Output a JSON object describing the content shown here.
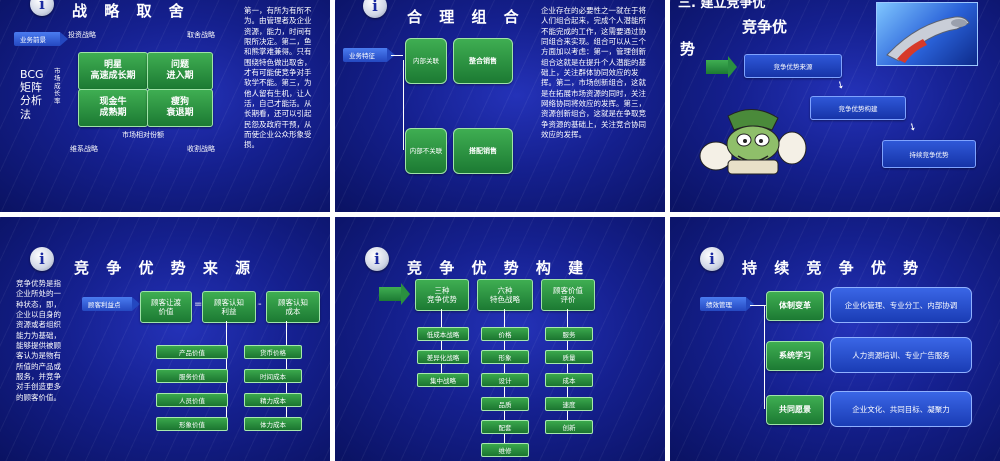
{
  "slide1": {
    "title": "战 略 取 舍",
    "tag": "业务前景",
    "invest": "投资战略",
    "abandon": "取舍战略",
    "bcg": "BCG\n矩阵\n分析\n法",
    "growth_axis": "市\n场\n成\n长\n率",
    "share_axis": "市场相对份额",
    "maintain": "维系战略",
    "harvest": "收割战略",
    "cells": [
      "明星\n高速成长期",
      "问题\n进入期",
      "现金牛\n成熟期",
      "瘦狗\n衰退期"
    ],
    "paragraph": "第一，有所为有所不为。由管理者及企业资源，能力，时间有限所决定。第二，鱼和熊掌难兼得。只有围绕特色做出取舍，才有可能使竞争对手软学不能。第三，为他人留有生机，让人活，自己才能活。从长期看，还可以引起民怨及政府干预，从而使企业公众形象受损。"
  },
  "slide2": {
    "title": "合 理 组 合",
    "tag": "业务特征",
    "box_internal": "内部关联",
    "box_integrate": "整合销售",
    "box_no_relation": "内部不关联",
    "box_bundle": "搭配销售",
    "paragraph": "企业存在的必要性之一就在于将人们组合起来，完成个人潜能所不能完成的工作，这需要通过协同组合来实现。组合可以从三个方面加以考虑：第一，管理创新组合这就是在提升个人潜能的基础上，关注群体协同效应的发挥。第二，市场创新组合，这就是在拓展市场资源的同时，关注网络协同将效应的发挥。第三，资源创新组合，这就是在争取竞争资源的基础上，关注竞合协同效应的发挥。"
  },
  "slide3": {
    "title_top": "三. 建立竞争优",
    "title_mid": "竞争优",
    "title_left": "势",
    "step1": "竞争优势来源",
    "step2": "竞争优势构建",
    "step3": "持续竞争优势"
  },
  "slide4": {
    "title": "竞 争 优 势 来 源",
    "paragraph": "竞争优势是指企业所处的一种状态，即，企业以自身的资源或者组织能力为基础，能够提供被顾客认为是物有所值的产品或服务，并竞争对手创造更多的顾客价值。",
    "tag": "顾客利益点",
    "box_value": "顾客让渡\n价值",
    "eq": "=",
    "box_benefit": "顾客认知\n利益",
    "minus": "-",
    "box_cost": "顾客认知\n成本",
    "benefits": [
      "产品价值",
      "服务价值",
      "人员价值",
      "形象价值"
    ],
    "costs": [
      "货币价格",
      "时间成本",
      "精力成本",
      "体力成本"
    ]
  },
  "slide5": {
    "title": "竞 争 优 势 构 建",
    "col1_head": "三种\n竞争优势",
    "col2_head": "六种\n特色战略",
    "col3_head": "顾客价值\n评价",
    "col1": [
      "低成本战略",
      "差异化战略",
      "集中战略"
    ],
    "col2": [
      "价格",
      "形象",
      "设计",
      "品质",
      "配套",
      "维修"
    ],
    "col3": [
      "服务",
      "质量",
      "成本",
      "速度",
      "创新"
    ]
  },
  "slide6": {
    "title": "持 续 竞 争 优 势",
    "tag": "绩效管理",
    "rows": [
      {
        "head": "体制变革",
        "desc": "企业化管理、专业分工、内部协调"
      },
      {
        "head": "系统学习",
        "desc": "人力资源培训、专业广告服务"
      },
      {
        "head": "共同愿景",
        "desc": "企业文化、共同目标、凝聚力"
      }
    ]
  }
}
